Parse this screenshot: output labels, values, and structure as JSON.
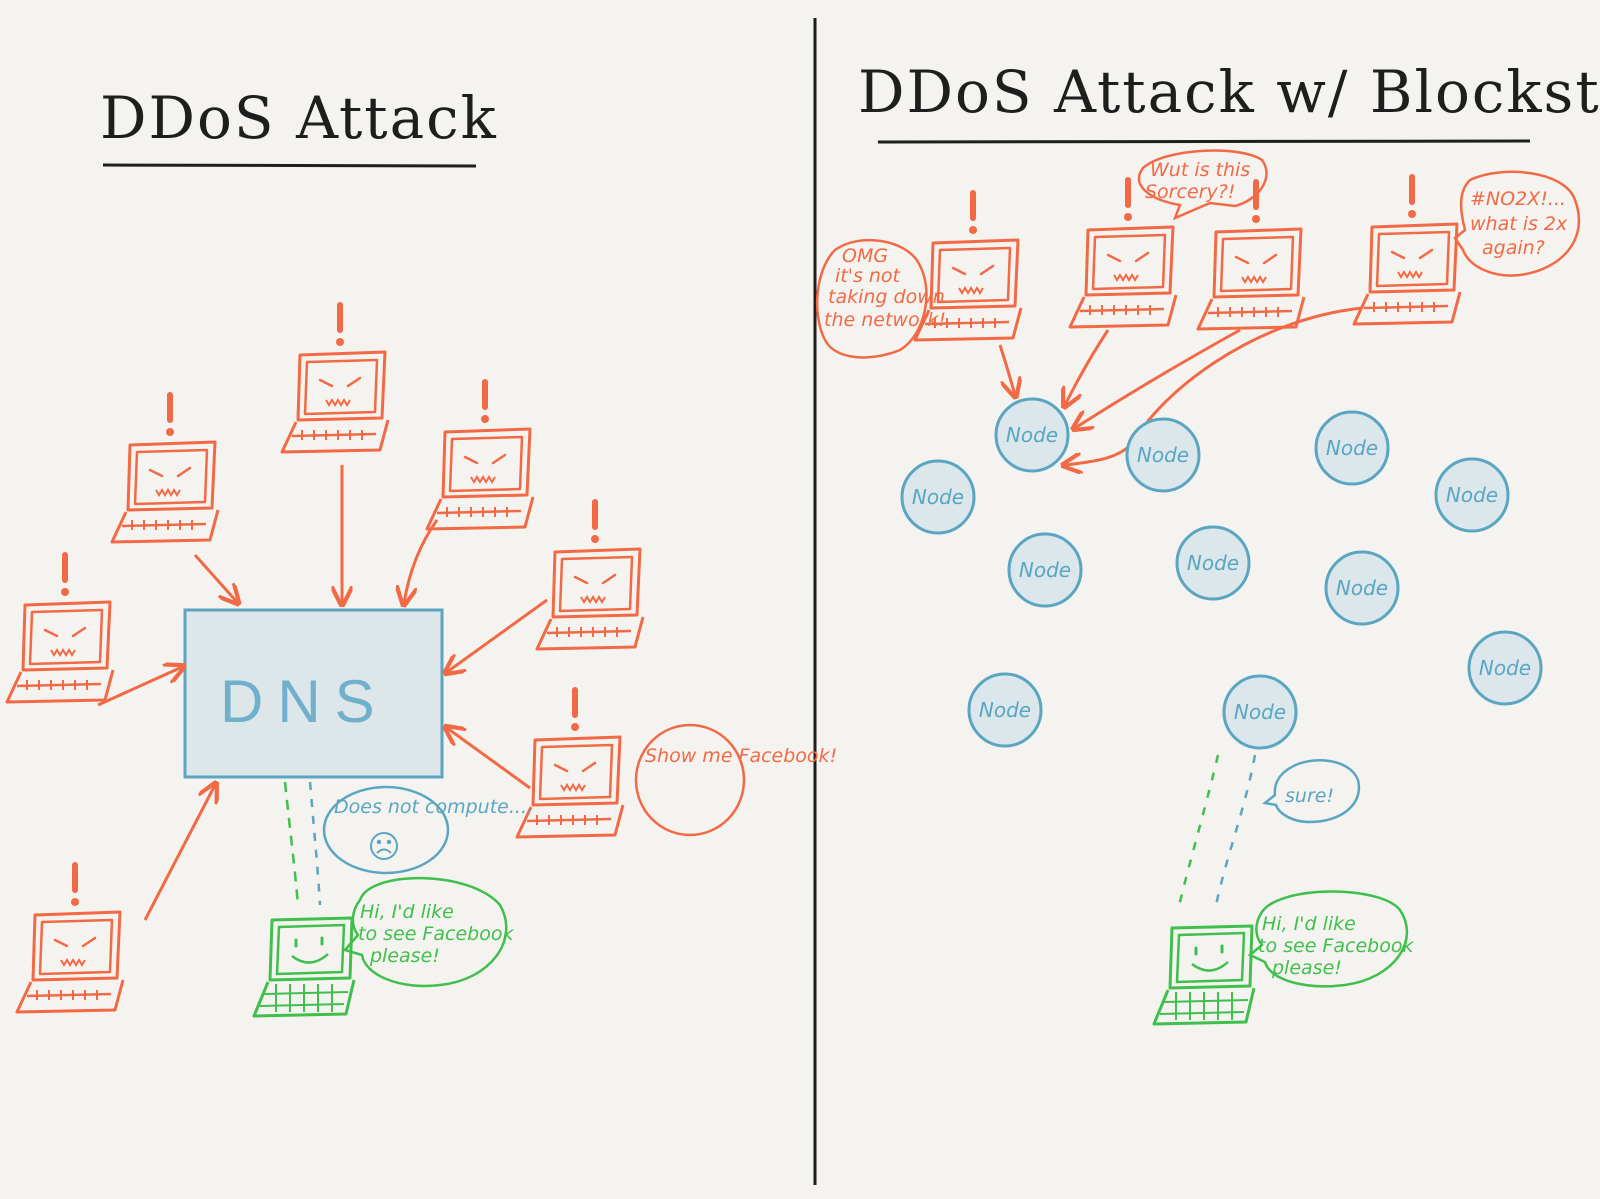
{
  "colors": {
    "background": "#f5f3ef",
    "ink": "#1e1e1e",
    "attacker": "#f26a45",
    "node": "#5aa6c2",
    "node_fill": "#dbe7eb",
    "dns_fill": "#dde6e8",
    "user": "#3fbf4c"
  },
  "left": {
    "title": "DDoS Attack",
    "dns_label": "DNS",
    "attacker_bubble": "Show me Facebook!",
    "dns_bubble": "Does not compute....",
    "user_bubble": [
      "Hi, I'd like",
      "to see Facebook",
      "please!"
    ]
  },
  "right": {
    "title": "DDoS Attack w/ Blockstack",
    "node_label": "Node",
    "bubbles": {
      "omg": [
        "OMG",
        "it's not",
        "taking down",
        "the network!"
      ],
      "sorcery": [
        "Wut is this",
        "Sorcery?!"
      ],
      "no2x": [
        "#NO2X!...",
        "what is 2x",
        "again?"
      ],
      "sure": "sure!",
      "user": [
        "Hi, I'd like",
        "to see Facebook",
        "please!"
      ]
    }
  },
  "icons": [
    "angry-laptop-icon",
    "happy-laptop-icon",
    "exclamation-icon",
    "sad-face-icon"
  ]
}
